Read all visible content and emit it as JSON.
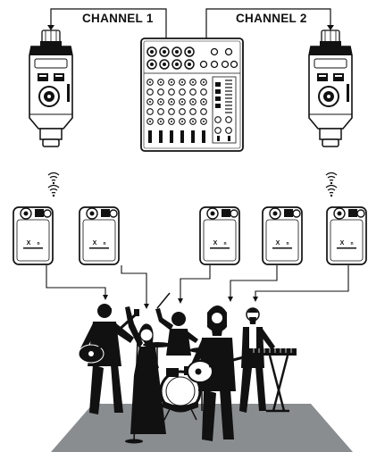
{
  "labels": {
    "channel_1": "CHANNEL 1",
    "channel_2": "CHANNEL 2"
  },
  "receiver_logo": {
    "mark": "X",
    "sub": "XVIVE"
  },
  "colors": {
    "line": "#111111",
    "stage_floor": "#8a8d90",
    "paper": "#ffffff"
  },
  "icons": {
    "mixer": "audio-mixer-icon",
    "transmitter": "in-ear-transmitter-icon",
    "receiver": "bodypack-receiver-icon",
    "wireless": "wireless-signal-icon",
    "band": "band-performers-icon"
  }
}
